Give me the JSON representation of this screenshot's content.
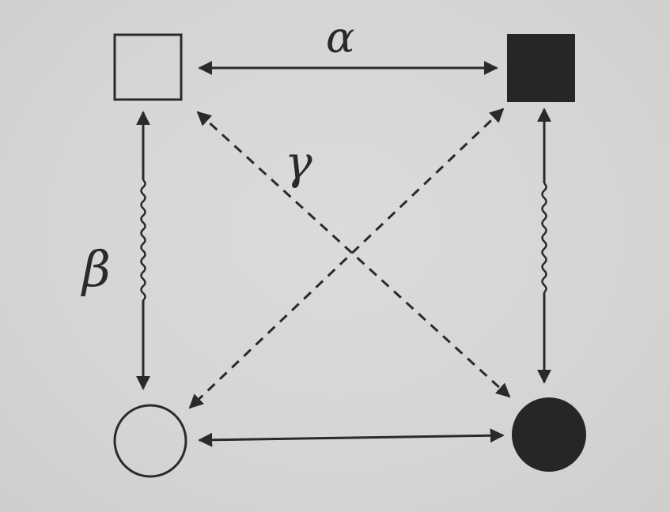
{
  "diagram": {
    "labels": {
      "alpha": "α",
      "beta": "β",
      "gamma": "γ"
    },
    "nodes": [
      {
        "id": "open-square",
        "shape": "square",
        "fill": "open"
      },
      {
        "id": "filled-square",
        "shape": "square",
        "fill": "filled"
      },
      {
        "id": "open-circle",
        "shape": "circle",
        "fill": "open"
      },
      {
        "id": "filled-circle",
        "shape": "circle",
        "fill": "filled"
      }
    ],
    "edges": [
      {
        "from": "open-square",
        "to": "filled-square",
        "style": "solid",
        "label": "α"
      },
      {
        "from": "open-square",
        "to": "open-circle",
        "style": "wavy",
        "label": "β"
      },
      {
        "from": "filled-square",
        "to": "filled-circle",
        "style": "wavy"
      },
      {
        "from": "open-circle",
        "to": "filled-circle",
        "style": "solid"
      },
      {
        "from": "open-square",
        "to": "filled-circle",
        "style": "dashed",
        "label": "γ"
      },
      {
        "from": "filled-square",
        "to": "open-circle",
        "style": "dashed"
      }
    ],
    "colors": {
      "ink": "#2a2a2a",
      "background": "#d8d7d5"
    }
  }
}
